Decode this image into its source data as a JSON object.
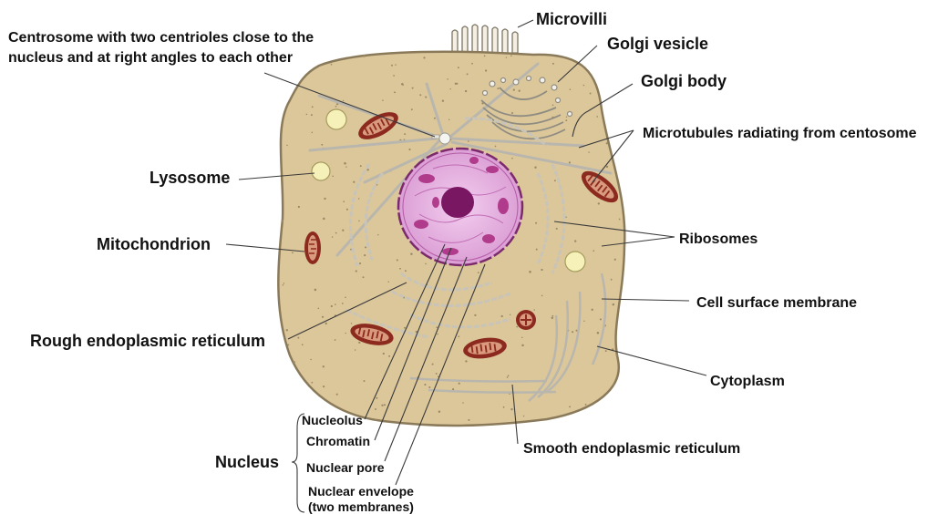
{
  "labels": {
    "microvilli": "Microvilli",
    "golgi_vesicle": "Golgi vesicle",
    "golgi_body": "Golgi body",
    "centrosome_line1": "Centrosome with two centrioles close to the",
    "centrosome_line2": "nucleus and at right angles to each other",
    "microtubules": "Microtubules radiating from centosome",
    "lysosome": "Lysosome",
    "ribosomes": "Ribosomes",
    "mitochondrion": "Mitochondrion",
    "cell_surface_membrane": "Cell surface membrane",
    "rough_er": "Rough endoplasmic reticulum",
    "cytoplasm": "Cytoplasm",
    "smooth_er": "Smooth endoplasmic reticulum",
    "nucleus": "Nucleus",
    "nucleolus": "Nucleolus",
    "chromatin": "Chromatin",
    "nuclear_pore": "Nuclear pore",
    "nuclear_envelope_line1": "Nuclear envelope",
    "nuclear_envelope_line2": "(two membranes)"
  },
  "colors": {
    "cytoplasm": "#dcc79b",
    "cell_membrane": "#8a7a5a",
    "nucleus": "#e7b7e0",
    "nucleolus": "#7a1763",
    "chromatin": "#a8287e",
    "mitochondrion": "#8c2a1f",
    "lysosome": "#f6f1b8",
    "er": "#c8c4b8"
  }
}
